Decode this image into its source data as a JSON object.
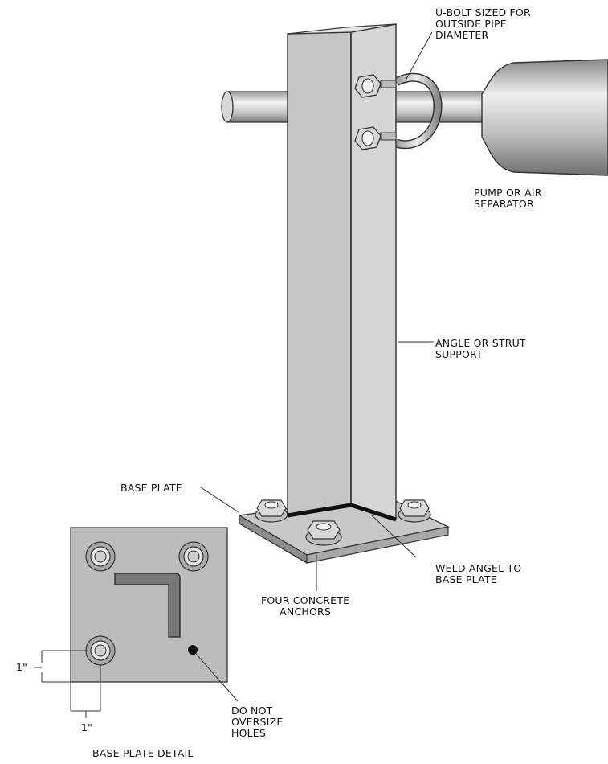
{
  "labels": {
    "ubolt": [
      "U-BOLT SIZED FOR",
      "OUTSIDE PIPE",
      "DIAMETER"
    ],
    "pump": [
      "PUMP OR AIR",
      "SEPARATOR"
    ],
    "angle": [
      "ANGLE OR STRUT",
      "SUPPORT"
    ],
    "base_plate": "BASE PLATE",
    "weld": [
      "WELD ANGEL TO",
      "BASE PLATE"
    ],
    "anchors": [
      "FOUR CONCRETE",
      "ANCHORS"
    ],
    "dim_vertical": "1\"",
    "dim_horizontal": "1\"",
    "oversize": [
      "DO NOT",
      "OVERSIZE",
      "HOLES"
    ],
    "detail_title": "BASE PLATE DETAIL"
  },
  "colors": {
    "steel_light": "#cfcfcf",
    "steel_mid": "#b5b5b5",
    "steel_dark": "#8e8e8e",
    "outline": "#333333",
    "weld": "#111111"
  }
}
